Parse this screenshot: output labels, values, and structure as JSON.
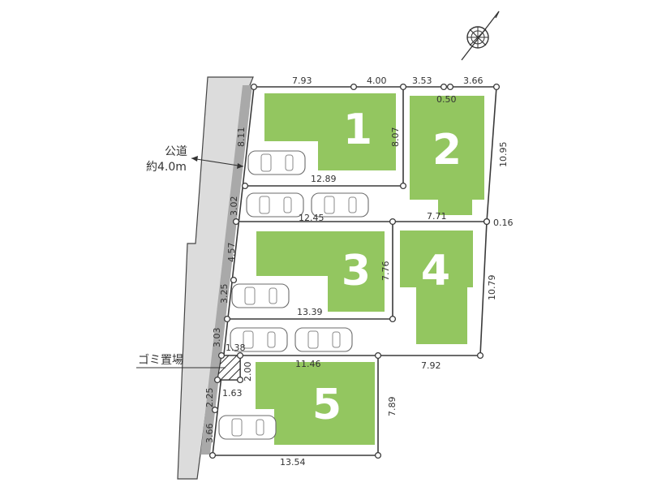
{
  "road": {
    "label_line1": "公道",
    "label_line2": "約4.0m"
  },
  "garbage": {
    "label": "ゴミ置場"
  },
  "lots": [
    {
      "number": "1"
    },
    {
      "number": "2"
    },
    {
      "number": "3"
    },
    {
      "number": "4"
    },
    {
      "number": "5"
    }
  ],
  "dimensions": {
    "top_a": "7.93",
    "top_b": "4.00",
    "top_c": "3.53",
    "top_d": "3.66",
    "gap_small": "0.50",
    "lot1_right": "8.07",
    "lot1_bottom": "12.89",
    "lot2_right": "10.95",
    "road_side_1": "8.11",
    "road_side_2": "3.02",
    "road_side_3": "4.57",
    "road_side_4": "3.25",
    "road_side_5": "3.03",
    "road_side_6": "2.25",
    "road_side_7": "3.66",
    "row3_top": "12.45",
    "row4_top": "7.71",
    "corner_small": "0.16",
    "lot3_right": "7.76",
    "lot3_bottom": "13.39",
    "lot4_right": "10.79",
    "garbage_top": "1.38",
    "garbage_side": "2.00",
    "garbage_bottom": "1.63",
    "lot5_top": "11.46",
    "lot5_top_right": "7.92",
    "lot5_right": "7.89",
    "lot5_bottom": "13.54"
  },
  "icons": {
    "north": "north-compass-icon",
    "car": "parked-car-icon"
  },
  "colors": {
    "building": "#93c660",
    "road": "#dcdcdc",
    "strip": "#a9a9a9"
  }
}
